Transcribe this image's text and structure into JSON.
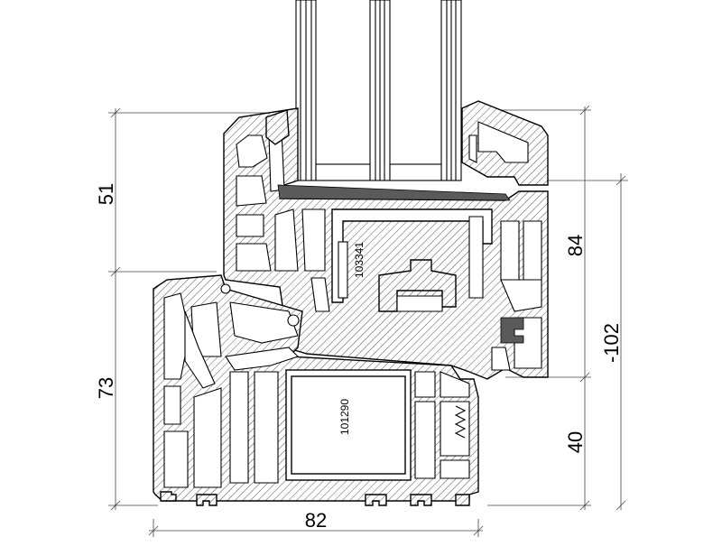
{
  "dimensions": {
    "sash_height": "51",
    "frame_height": "73",
    "overall_width": "82",
    "right_upper": "84",
    "right_total": "-102",
    "right_lower": "40"
  },
  "reinforcements": {
    "sash_steel": "103341",
    "frame_steel": "101290"
  }
}
